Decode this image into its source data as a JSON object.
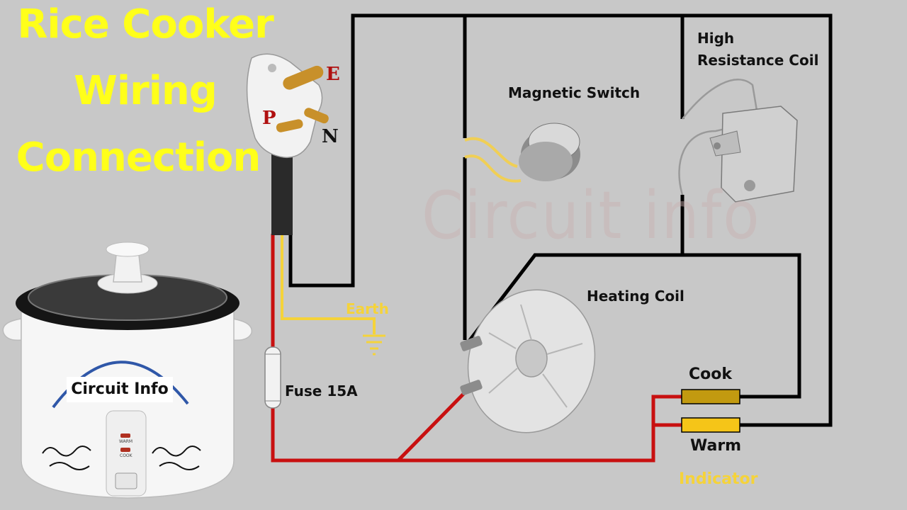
{
  "title": {
    "line1": "Rice Cooker",
    "line2": "Wiring",
    "line3": "Connection"
  },
  "plug": {
    "earth_pin": "E",
    "phase_pin": "P",
    "neutral_pin": "N"
  },
  "components": {
    "high_resistance_coil_line1": "High",
    "high_resistance_coil_line2": "Resistance Coil",
    "magnetic_switch": "Magnetic Switch",
    "heating_coil": "Heating Coil",
    "earth": "Earth",
    "fuse": "Fuse 15A",
    "cook_indicator": "Cook",
    "warm_indicator": "Warm",
    "indicator_group": "Indicator"
  },
  "watermark": "Circuit info",
  "cooker": {
    "brand": "Circuit Info",
    "warm_button": "WARM",
    "cook_button": "COOK"
  },
  "colors": {
    "title": "#ffff1a",
    "phase_wire": "#c81010",
    "neutral_wire": "#000000",
    "earth_wire": "#f5d33a",
    "cook_lamp": "#c29a10",
    "warm_lamp": "#f5c518",
    "background": "#c8c8c8"
  }
}
